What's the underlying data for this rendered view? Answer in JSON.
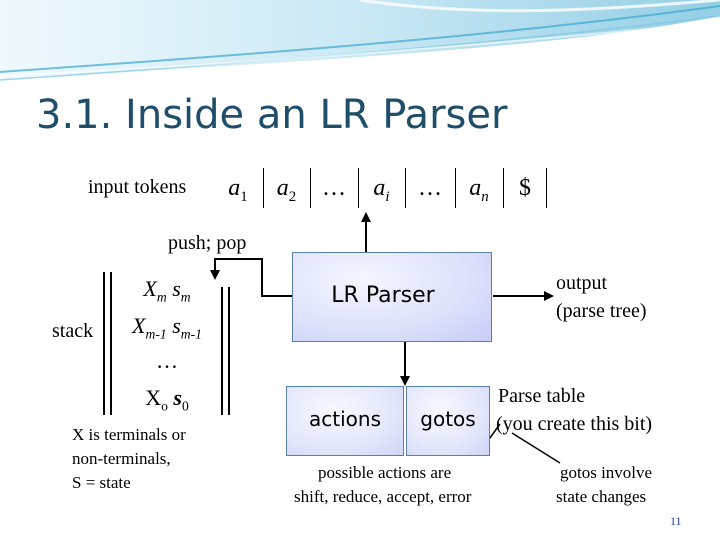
{
  "slide": {
    "title": "3.1.  Inside an LR Parser",
    "page_number": "11"
  },
  "input": {
    "label": "input tokens",
    "tokens": [
      {
        "base": "a",
        "sub": "1"
      },
      {
        "base": "a",
        "sub": "2"
      },
      {
        "base": "…",
        "sub": ""
      },
      {
        "base": "a",
        "sub": "i"
      },
      {
        "base": "…",
        "sub": ""
      },
      {
        "base": "a",
        "sub": "n"
      },
      {
        "base": "$",
        "sub": ""
      }
    ]
  },
  "stack": {
    "label": "stack",
    "push_pop": "push; pop",
    "rows": [
      {
        "x": "X",
        "xsub": "m",
        "s": "s",
        "ssub": "m"
      },
      {
        "x": "X",
        "xsub": "m-1",
        "s": "s",
        "ssub": "m-1"
      },
      {
        "x": "…",
        "xsub": "",
        "s": "",
        "ssub": ""
      },
      {
        "x": "X",
        "xsub": "o",
        "s": "s",
        "ssub": "0"
      }
    ],
    "note": [
      "X is terminals or",
      "non-terminals,",
      "S = state"
    ]
  },
  "parser": {
    "label": "LR Parser",
    "output_line1": "output",
    "output_line2": "(parse tree)"
  },
  "table": {
    "actions": "actions",
    "gotos": "gotos",
    "label_line1": "Parse table",
    "label_line2": "(you create this bit)",
    "actions_note_line1": "possible actions are",
    "actions_note_line2": "shift, reduce, accept, error",
    "gotos_note_line1": "gotos involve",
    "gotos_note_line2": "state changes"
  },
  "colors": {
    "title": "#1f4e6b",
    "box_border": "#5b7fa6",
    "box_fill_light": "#f4f6ff",
    "box_fill_dark": "#c6cdf6",
    "wave": "#3aa7cf",
    "page_number": "#1f3f8a"
  }
}
